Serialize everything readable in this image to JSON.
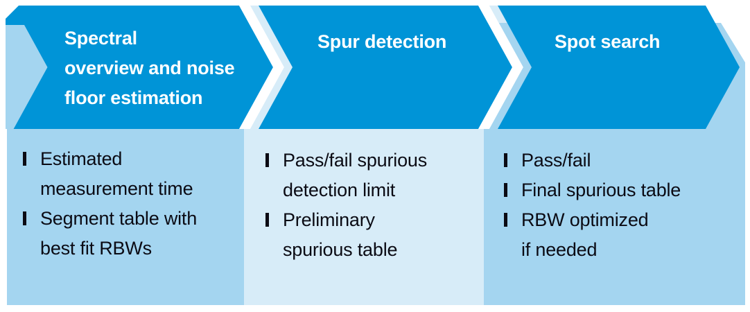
{
  "colors": {
    "arrow_blue": "#0094d7",
    "panel_medium": "#a4d5f0",
    "panel_light": "#d7ecf8",
    "text_dark": "#0b0b14",
    "title_text": "#ffffff"
  },
  "columns": [
    {
      "title": "Spectral overview and noise floor estimation",
      "title_lines": [
        "Spectral",
        "overview and noise",
        "floor estimation"
      ],
      "items": [
        {
          "lines": [
            "Estimated",
            "measurement time"
          ]
        },
        {
          "lines": [
            "Segment table with",
            "best fit RBWs"
          ]
        }
      ]
    },
    {
      "title": "Spur detection",
      "title_lines": [
        "Spur detection"
      ],
      "items": [
        {
          "lines": [
            "Pass/fail spurious",
            "detection limit"
          ]
        },
        {
          "lines": [
            "Preliminary",
            "spurious table"
          ]
        }
      ]
    },
    {
      "title": "Spot search",
      "title_lines": [
        "Spot search"
      ],
      "items": [
        {
          "lines": [
            "Pass/fail"
          ]
        },
        {
          "lines": [
            "Final spurious table"
          ]
        },
        {
          "lines": [
            "RBW optimized",
            "if needed"
          ]
        }
      ]
    }
  ]
}
